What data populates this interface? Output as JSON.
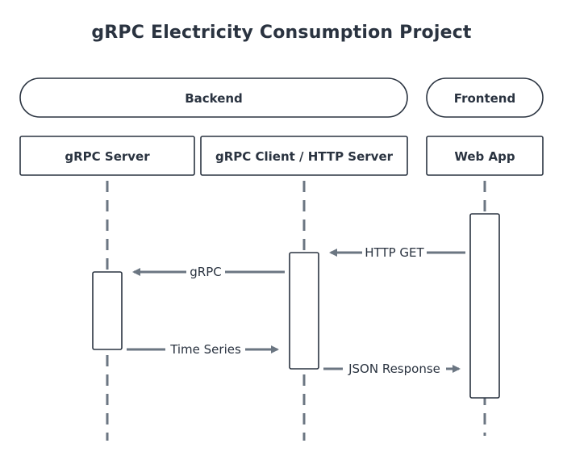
{
  "title": "gRPC Electricity Consumption Project",
  "groups": [
    {
      "label": "Backend"
    },
    {
      "label": "Frontend"
    }
  ],
  "participants": [
    {
      "label": "gRPC Server"
    },
    {
      "label": "gRPC Client / HTTP Server"
    },
    {
      "label": "Web App"
    }
  ],
  "messages": [
    {
      "label": "HTTP GET",
      "from": "Web App",
      "to": "gRPC Client / HTTP Server"
    },
    {
      "label": "gRPC",
      "from": "gRPC Client / HTTP Server",
      "to": "gRPC Server"
    },
    {
      "label": "Time Series",
      "from": "gRPC Server",
      "to": "gRPC Client / HTTP Server"
    },
    {
      "label": "JSON Response",
      "from": "gRPC Client / HTTP Server",
      "to": "Web App"
    }
  ],
  "colors": {
    "stroke": "#2a3340",
    "lifeline": "#6b7682",
    "arrow": "#6b7682",
    "background": "#ffffff"
  }
}
